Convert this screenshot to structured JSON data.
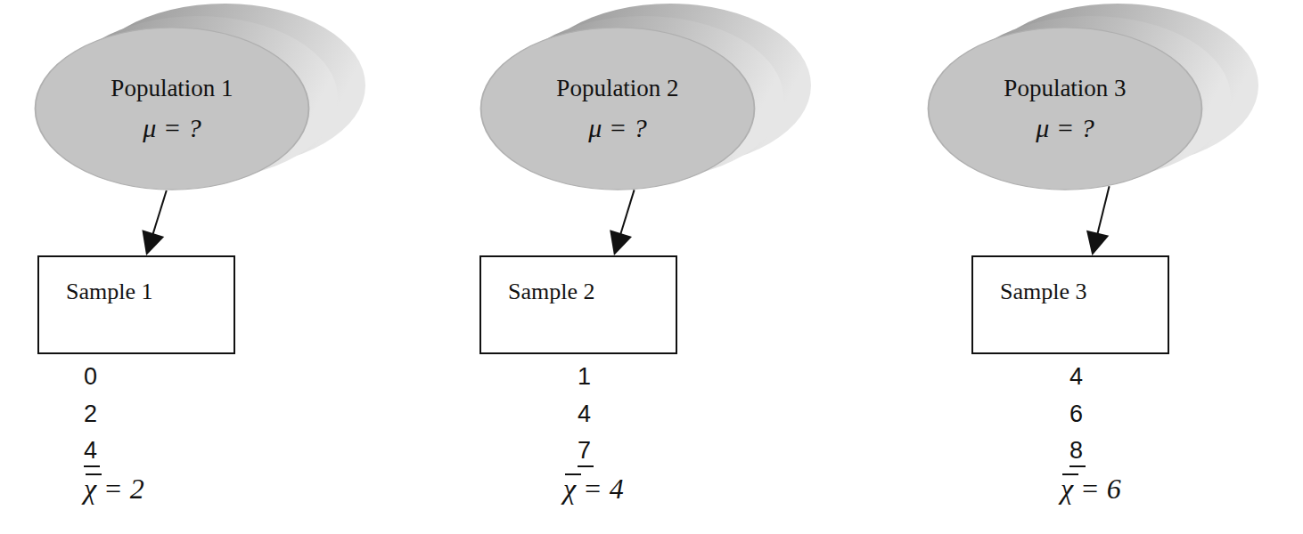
{
  "diagram": {
    "nodes": [
      {
        "text": [
          "Population 1",
          "μ = ?"
        ]
      },
      {
        "text": [
          "Population 2",
          "μ = ?"
        ]
      },
      {
        "text": [
          "Population 3",
          "μ = ?"
        ]
      },
      {
        "text": [
          "Sample 1"
        ]
      },
      {
        "text": [
          "Sample 2"
        ]
      },
      {
        "text": [
          "Sample 3"
        ]
      }
    ],
    "edges": [
      {
        "from": 0,
        "to": 3,
        "arrow": "to"
      },
      {
        "from": 1,
        "to": 4,
        "arrow": "to"
      },
      {
        "from": 2,
        "to": 5,
        "arrow": "to"
      }
    ],
    "labels": [
      "0",
      "2",
      "4",
      "χ = 2",
      "1",
      "4",
      "7",
      "χ = 4",
      "4",
      "6",
      "8",
      "χ = 6"
    ]
  }
}
